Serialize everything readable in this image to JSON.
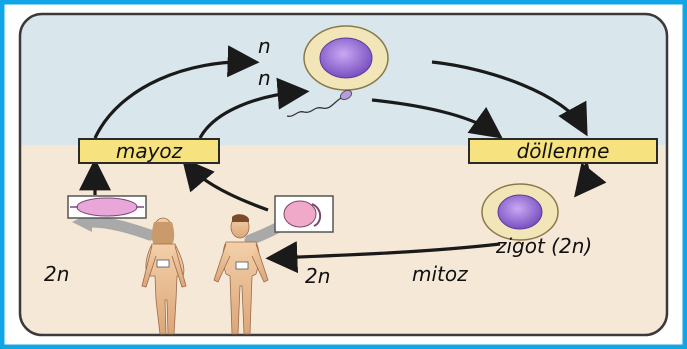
{
  "labels": {
    "n_top": "n",
    "n_mid": "n",
    "meiosis": "mayoz",
    "fertilization": "döllenme",
    "zygote": "zigot (2n)",
    "mitosis": "mitoz",
    "diploid_left": "2n",
    "diploid_mid": "2n"
  },
  "colors": {
    "frame_border": "#13a6e6",
    "top_band": "#d9e6ec",
    "bottom_band": "#f6e8d6",
    "box_fill": "#f6e27e",
    "cell_nucleus": "#9b6bd3",
    "cell_outer": "#f2e6b8"
  }
}
